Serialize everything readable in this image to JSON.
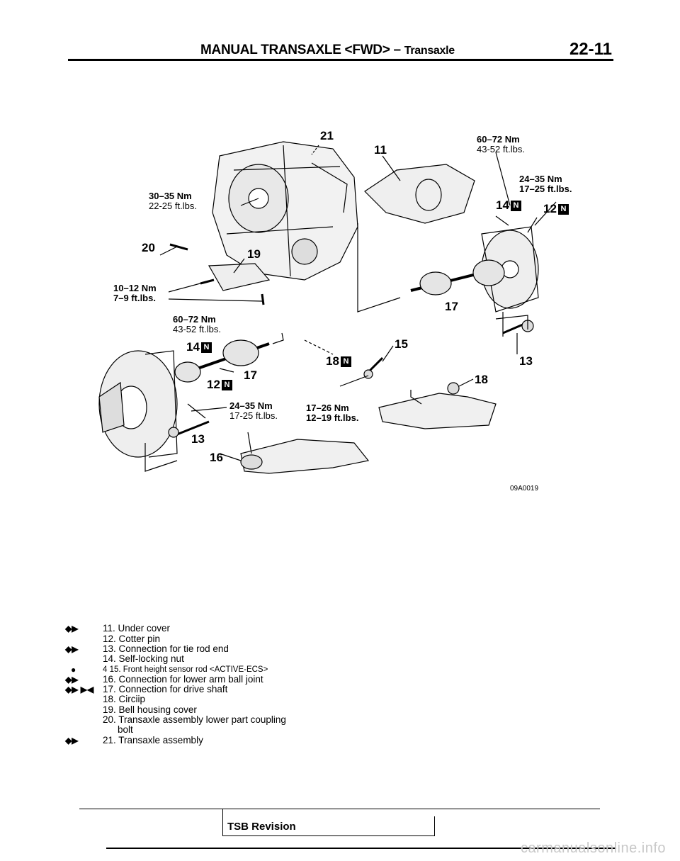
{
  "header": {
    "title_main": "MANUAL TRANSAXLE <FWD>",
    "title_sep": " – ",
    "title_sub": "Transaxle",
    "page": "22-11"
  },
  "diagram": {
    "code": "09A0019",
    "callouts": {
      "c21": "21",
      "c11": "11",
      "c20": "20",
      "c19": "19",
      "c14a": "14",
      "c14b": "14",
      "c12a": "12",
      "c12b": "12",
      "c17a": "17",
      "c17b": "17",
      "c18a": "18",
      "c18b": "18",
      "c15": "15",
      "c13a": "13",
      "c13b": "13",
      "c16": "16",
      "n": "N"
    },
    "torques": {
      "t1_nm": "30–35 Nm",
      "t1_ft": "22-25 ft.lbs.",
      "t2_nm": "10–12 Nm",
      "t2_ft": "7–9 ft.lbs.",
      "t3_nm": "60–72 Nm",
      "t3_ft": "43-52 ft.lbs.",
      "t4_nm": "60–72 Nm",
      "t4_ft": "43-52 ft.lbs.",
      "t5_nm": "24–35 Nm",
      "t5_ft": "17–25 ft.lbs.",
      "t6_nm": "24–35 Nm",
      "t6_ft": "17-25 ft.lbs.",
      "t7_nm": "17–26 Nm",
      "t7_ft": "12–19 ft.lbs."
    }
  },
  "legend": [
    {
      "mark": "◆▶",
      "text": "11. Under cover"
    },
    {
      "mark": "",
      "text": "12. Cotter pin"
    },
    {
      "mark": "◆▶",
      "text": "13. Connection for tie rod end"
    },
    {
      "mark": "",
      "text": "14. Self-locking nut"
    },
    {
      "mark": "●",
      "text": "4 15. Front height sensor rod <ACTIVE-ECS>"
    },
    {
      "mark": "◆▶",
      "text": "16. Connection for lower arm ball joint"
    },
    {
      "mark": "◆▶ ▶◀",
      "text": "17. Connection for drive shaft"
    },
    {
      "mark": "",
      "text": "18. Circiip"
    },
    {
      "mark": "",
      "text": "19. Bell housing cover"
    },
    {
      "mark": "",
      "text": "20. Transaxle assembly lower part coupling"
    },
    {
      "mark": "",
      "text": "bolt"
    },
    {
      "mark": "◆▶",
      "text": "21. Transaxle assembly"
    }
  ],
  "footer": {
    "tsb": "TSB Revision",
    "watermark": "carmanualsonline.info"
  }
}
